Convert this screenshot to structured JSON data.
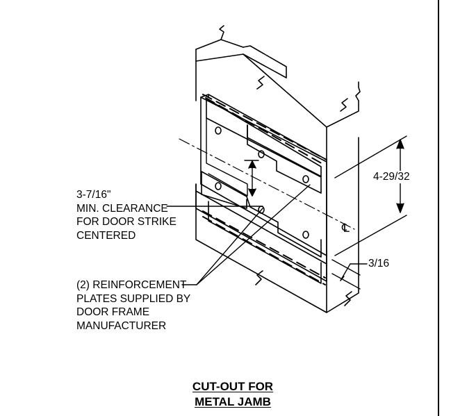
{
  "callouts": {
    "clearance": [
      "3-7/16\"",
      "MIN. CLEARANCE",
      "FOR DOOR STRIKE",
      "CENTERED"
    ],
    "plates": [
      "(2) REINFORCEMENT",
      "PLATES SUPPLIED BY",
      "DOOR FRAME",
      "MANUFACTURER"
    ]
  },
  "dimensions": {
    "height": "4-29/32",
    "thickness": "3/16",
    "centerline_symbol": "℄"
  },
  "title": [
    "CUT-OUT FOR",
    "METAL JAMB"
  ]
}
